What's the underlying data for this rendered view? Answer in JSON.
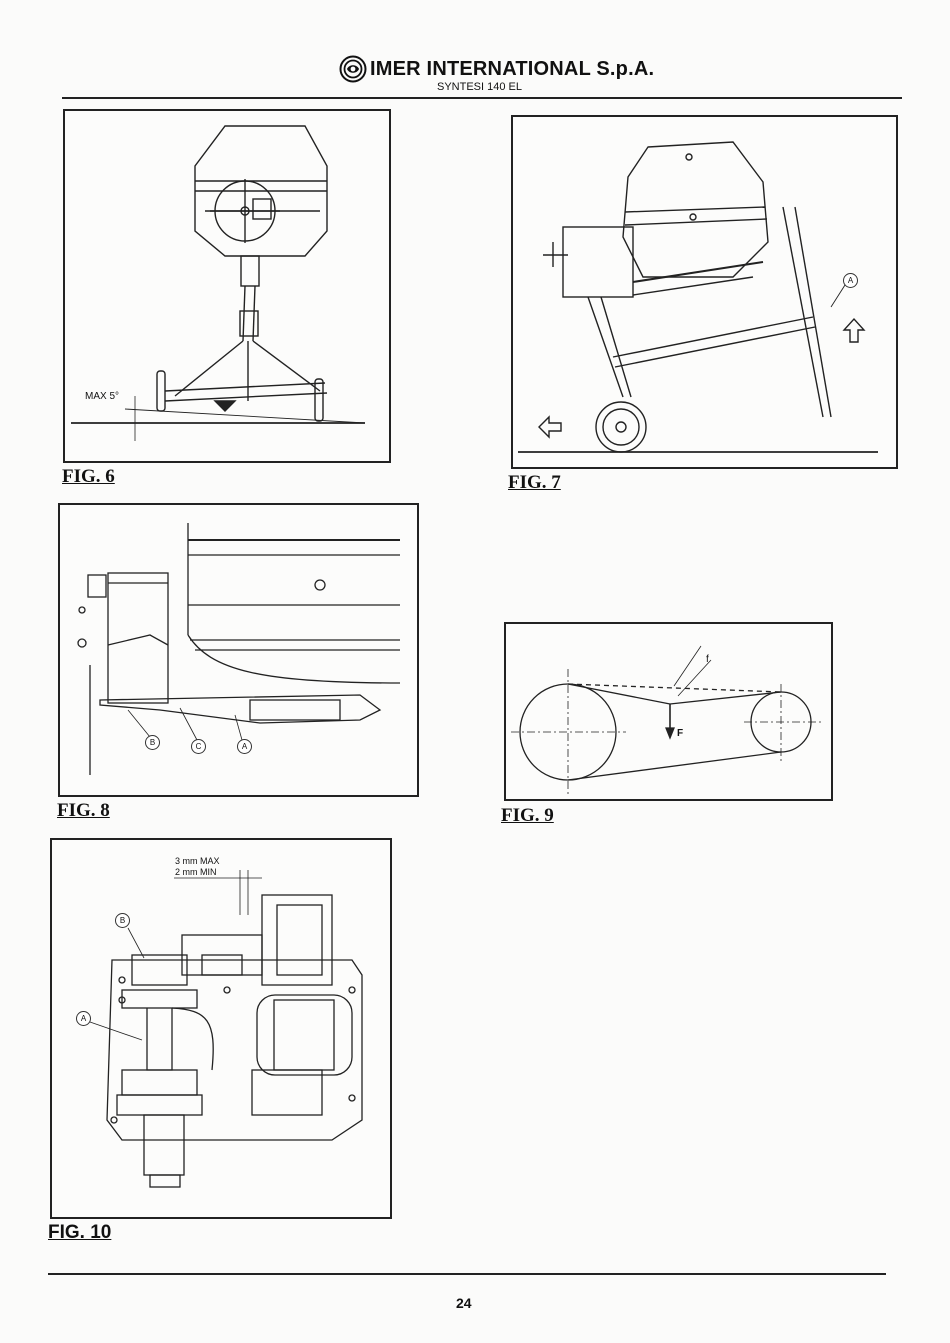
{
  "header": {
    "company": "IMER INTERNATIONAL S.p.A.",
    "model": "SYNTESI 140 EL",
    "logo_icon": "imer-logo-icon"
  },
  "figures": {
    "fig6": {
      "caption": "FIG. 6",
      "label_max": "MAX 5°"
    },
    "fig7": {
      "caption": "FIG. 7",
      "callout_a": "A"
    },
    "fig8": {
      "caption": "FIG. 8",
      "callout_a": "A",
      "callout_b": "B",
      "callout_c": "C"
    },
    "fig9": {
      "caption": "FIG. 9",
      "label_f_small": "f",
      "label_f_force": "F"
    },
    "fig10": {
      "caption": "FIG. 10",
      "label_max": "3 mm MAX",
      "label_min": "2 mm MIN",
      "callout_a": "A",
      "callout_b": "B"
    }
  },
  "footer": {
    "page_number": "24"
  }
}
